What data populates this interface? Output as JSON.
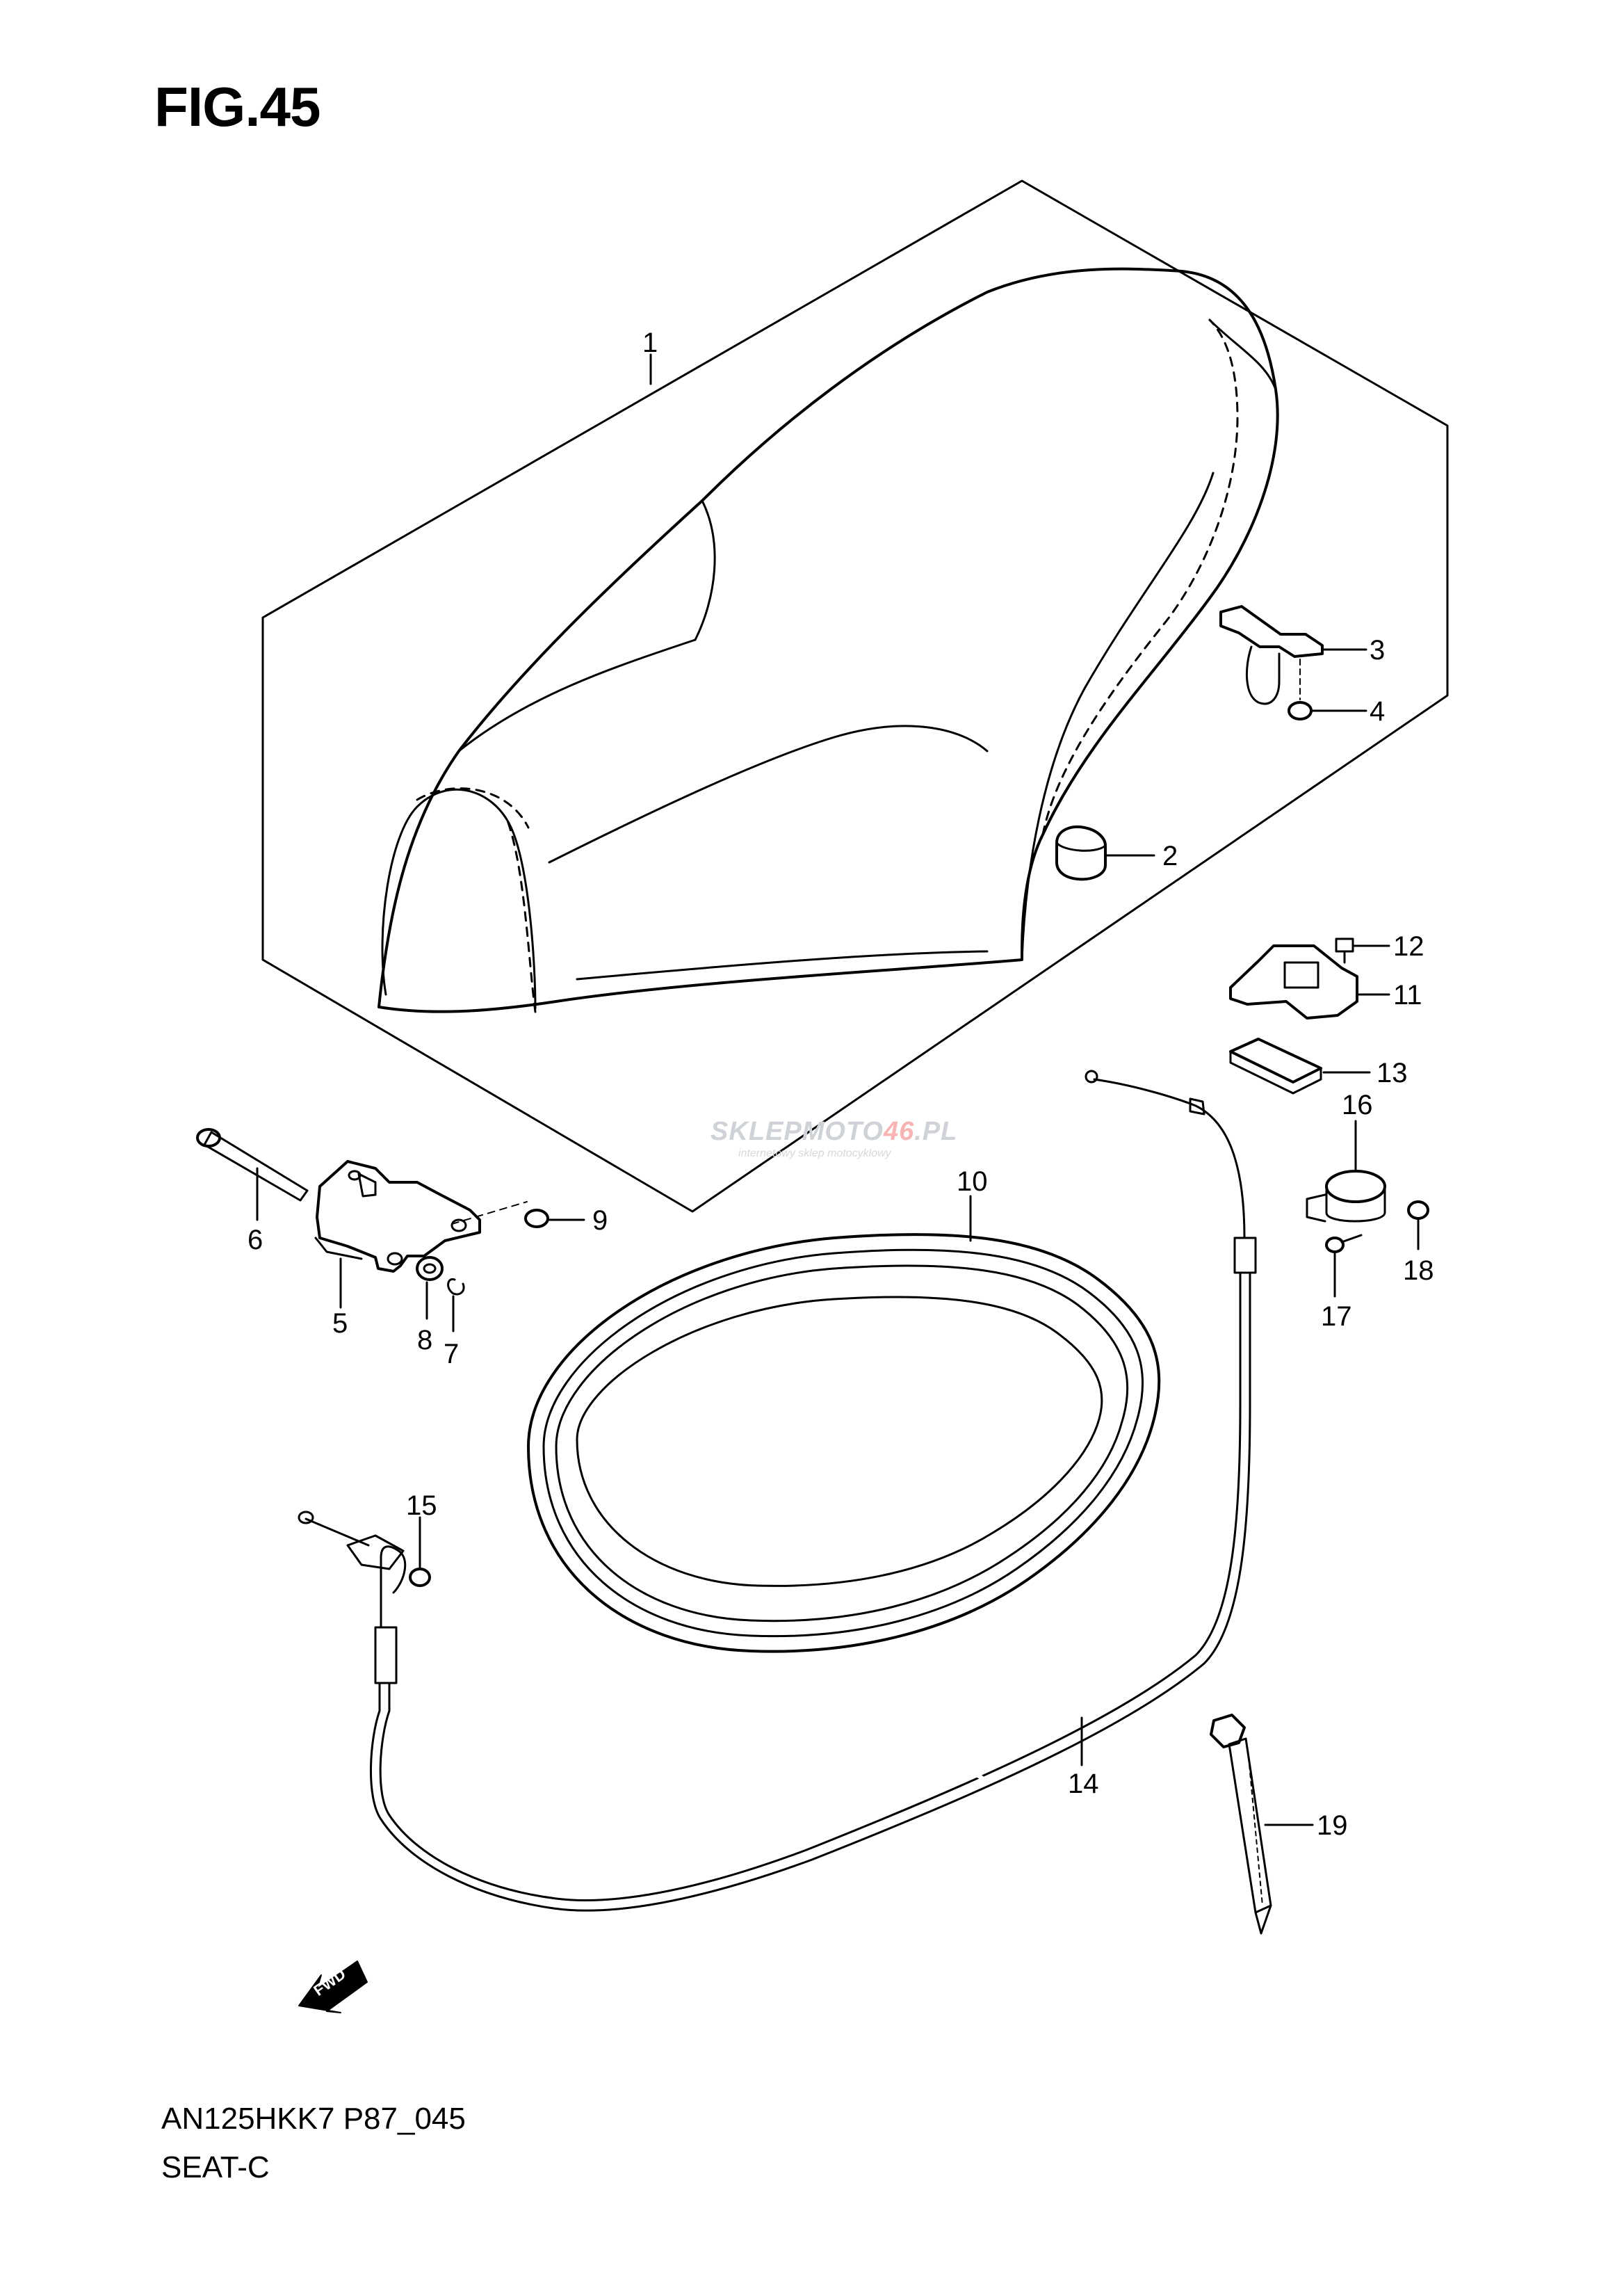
{
  "figure": {
    "title": "FIG.45",
    "model_code": "AN125HKK7 P87_045",
    "section_name": "SEAT-C"
  },
  "watermark": {
    "brand_main": "SKLEPMOTO",
    "brand_accent": "46",
    "brand_suffix": ".PL",
    "tagline": "internetowy sklep motocyklowy"
  },
  "fwd_label": "FWD",
  "callouts": [
    "1",
    "2",
    "3",
    "4",
    "5",
    "6",
    "7",
    "8",
    "9",
    "10",
    "11",
    "12",
    "13",
    "14",
    "15",
    "16",
    "17",
    "18",
    "19"
  ],
  "colors": {
    "line": "#000000",
    "paper": "#ffffff",
    "watermark_gray": "#cfd2d6",
    "watermark_red": "#f6b4b4"
  }
}
